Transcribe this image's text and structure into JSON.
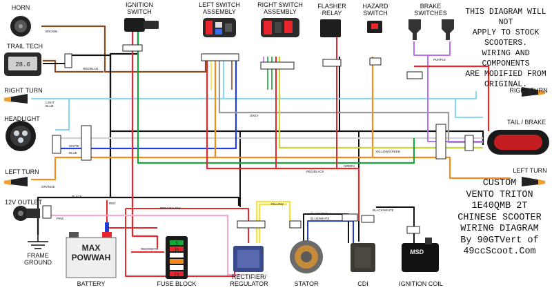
{
  "components": {
    "horn": "HORN",
    "trail_tech": "TRAIL TECH",
    "ignition_switch": "IGNITION\nSWITCH",
    "left_switch": "LEFT SWITCH\nASSEMBLY",
    "right_switch": "RIGHT SWITCH\nASSEMBLY",
    "flasher_relay": "FLASHER\nRELAY",
    "hazard_switch": "HAZARD\nSWITCH",
    "brake_switches": "BRAKE\nSWITCHES",
    "right_turn_left": "RIGHT TURN",
    "headlight": "HEADLIGHT",
    "left_turn_left": "LEFT TURN",
    "outlet_12v": "12V OUTLET",
    "frame_ground": "FRAME\nGROUND",
    "battery": "BATTERY",
    "battery_brand": "MAX\nPOWWAH",
    "fuse_block": "FUSE BLOCK",
    "rectifier": "RECTIFIER/\nREGULATOR",
    "stator": "STATOR",
    "cdi": "CDI",
    "ignition_coil": "IGNITION COIL",
    "coil_brand": "MSD",
    "right_turn_right": "RIGHT TURN",
    "tail_brake": "TAIL / BRAKE",
    "left_turn_right": "LEFT TURN"
  },
  "wire_labels": {
    "brown": "BROWN",
    "red_blue": "RED/BLUE",
    "light_blue": "LIGHT\nBLUE",
    "white": "WHITE",
    "blue": "BLUE",
    "orange": "ORANGE",
    "grey": "GREY",
    "yellow_green": "YELLOW/GREEN",
    "green": "GREEN",
    "red_black": "RED/BLACK",
    "black": "BLACK",
    "red": "RED",
    "red_yellow": "RED/YELLOW",
    "pink": "PINK",
    "red_white": "RED/WHITE",
    "yellow": "YELLOW",
    "black_red": "BLACK/RED",
    "blue_white": "BLUE/WHITE",
    "black_white": "BLACK/WHITE",
    "purple": "PURPLE"
  },
  "fuses": [
    "5",
    "10",
    "",
    "",
    "",
    "7.5"
  ],
  "note": "THIS DIAGRAM WILL NOT\nAPPLY TO STOCK SCOOTERS.\nWIRING AND COMPONENTS\nARE MODIFIED FROM\nORIGINAL.",
  "title": "CUSTOM\nVENTO TRITON\n1E40QMB 2T\nCHINESE SCOOTER\nWIRING DIAGRAM\nBy 90GTVert of\n49ccScoot.Com",
  "colors": {
    "black": "#111111",
    "red": "#e8262c",
    "brown": "#8a4a1e",
    "blue": "#1f3fd6",
    "light_blue": "#8fd3f0",
    "white_wire": "#d8d8d8",
    "orange": "#f28a1e",
    "grey": "#9a9a9a",
    "yellow": "#f5e23a",
    "green": "#1aa43a",
    "purple": "#b86ef2",
    "pink": "#f6a9d0"
  }
}
